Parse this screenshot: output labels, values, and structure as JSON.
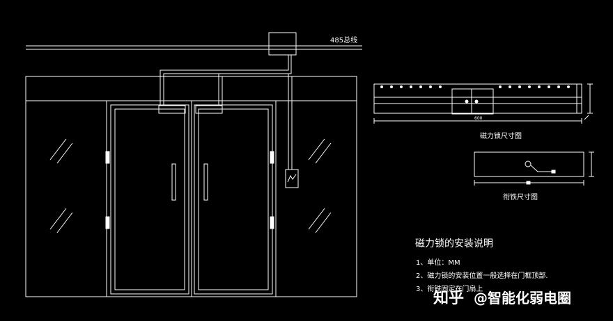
{
  "labels": {
    "bus": "485总线",
    "maglock_title": "磁力锁尺寸图",
    "armature_title": "衔铁尺寸图",
    "maglock_dim": "600"
  },
  "notes": {
    "title": "磁力锁的安装说明",
    "items": [
      "1、单位：MM",
      "2、磁力锁的安装位置一般选择在门框顶部.",
      "3、衔铁固定在门扇上"
    ]
  },
  "watermark": {
    "platform": "知乎",
    "account": "@智能化弱电圈"
  },
  "colors": {
    "background": "#000000",
    "line": "#ffffff"
  }
}
